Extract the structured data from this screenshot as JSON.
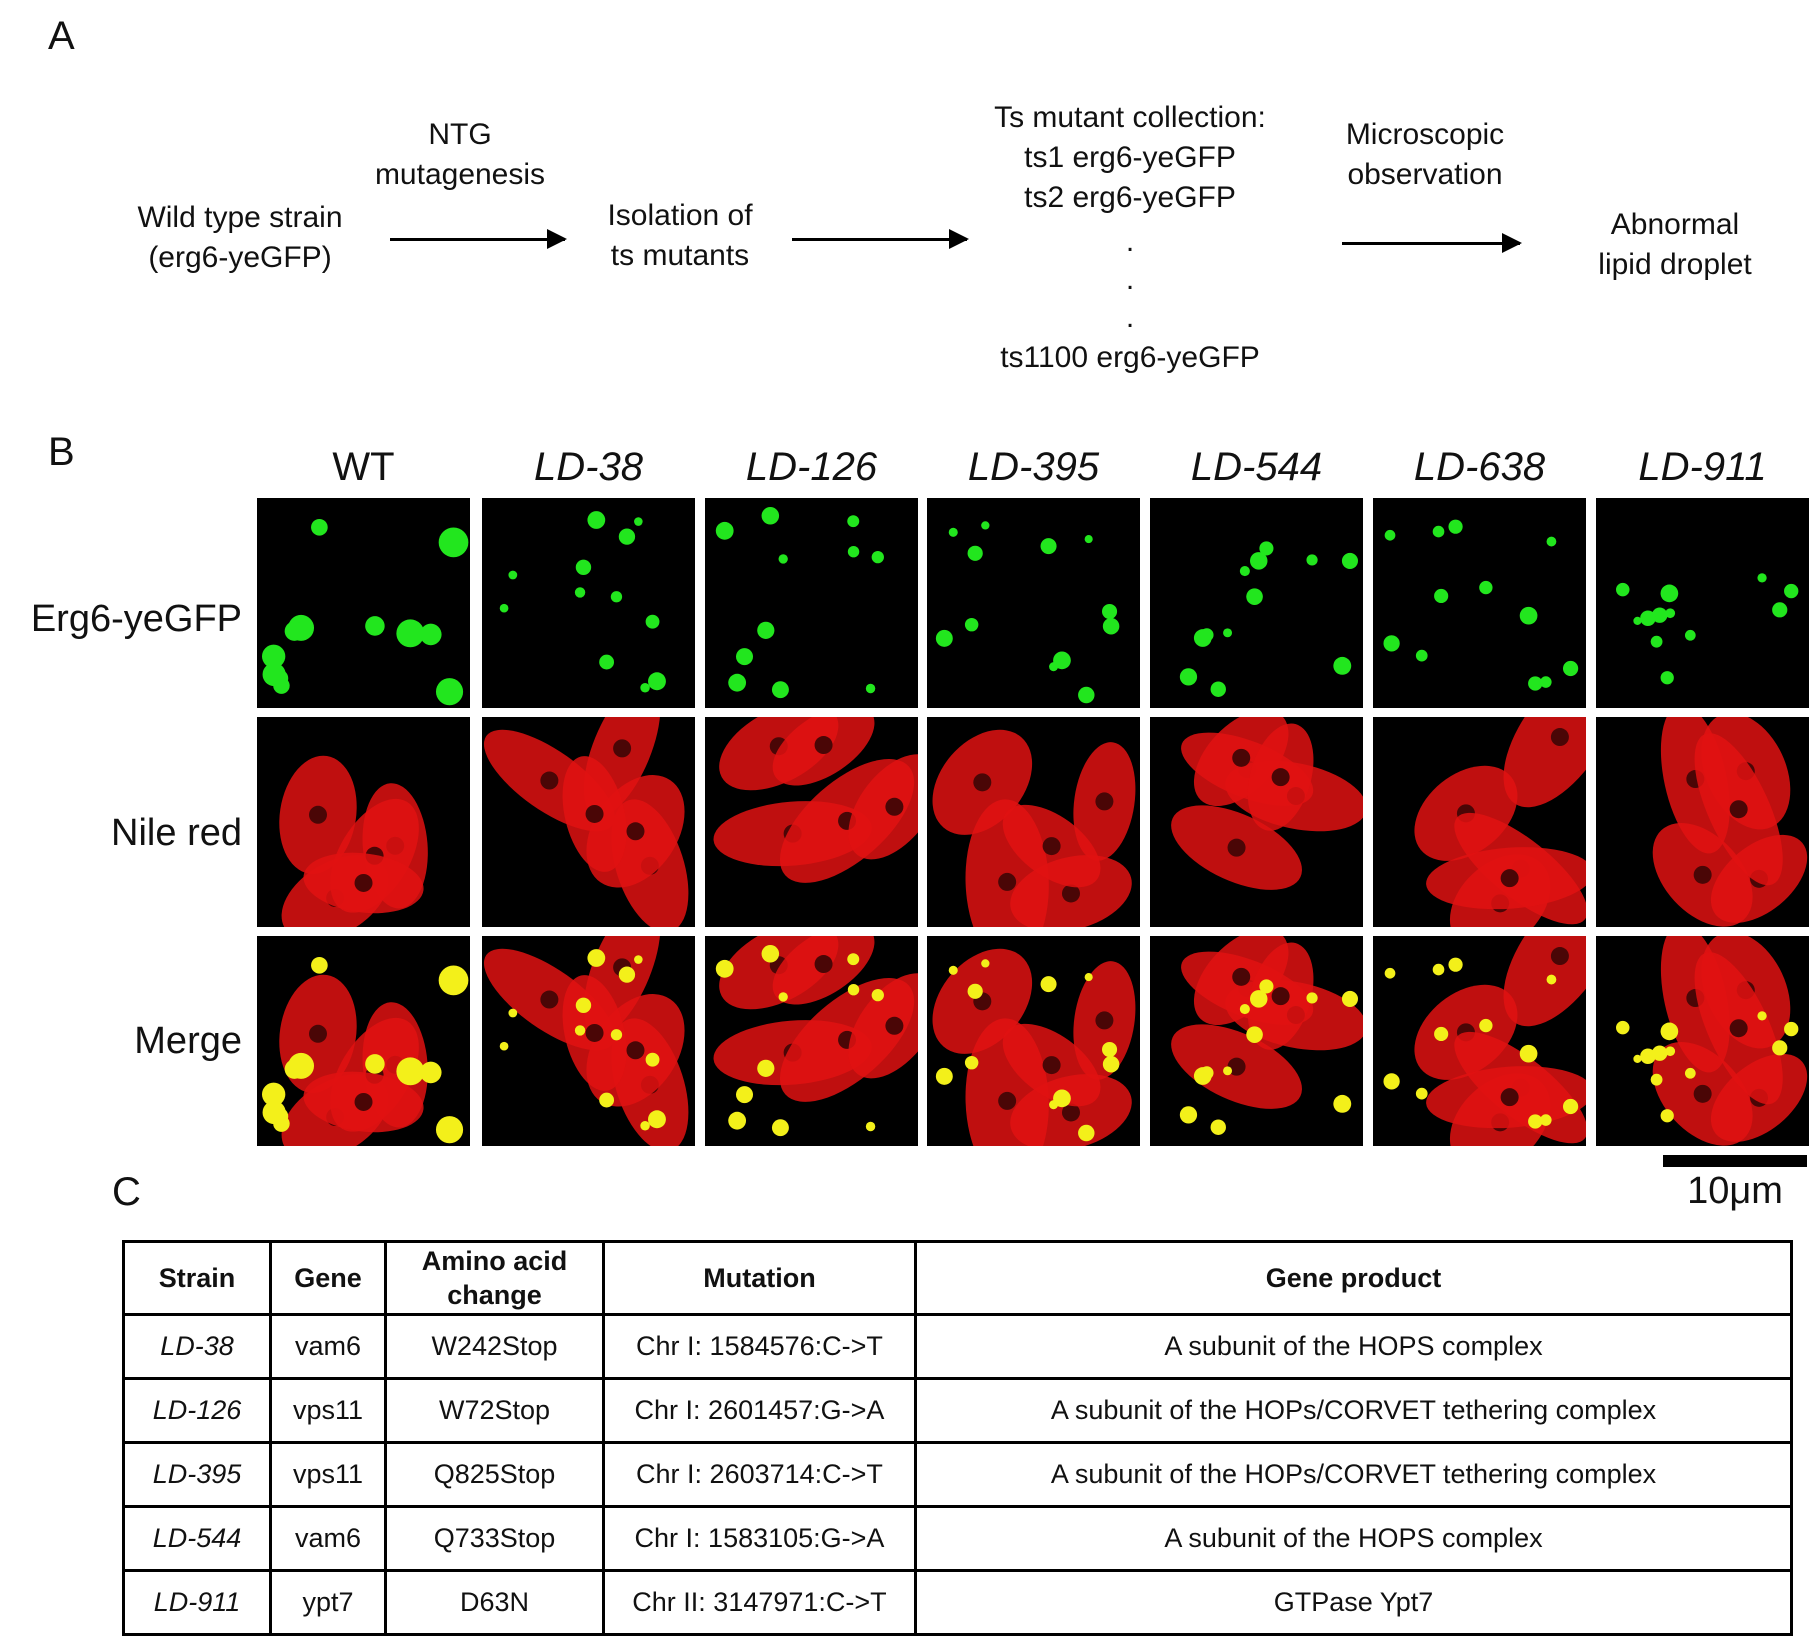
{
  "panel_labels": {
    "a": "A",
    "b": "B",
    "c": "C"
  },
  "flow": {
    "start": [
      "Wild type strain",
      "(erg6-yeGFP)"
    ],
    "step1_label": [
      "NTG",
      "mutagenesis"
    ],
    "step2": [
      "Isolation of",
      "ts mutants"
    ],
    "collection": {
      "title": "Ts mutant collection:",
      "items": [
        "ts1 erg6-yeGFP",
        "ts2 erg6-yeGFP"
      ],
      "dots": ".",
      "last": "ts1100 erg6-yeGFP"
    },
    "step3_label": [
      "Microscopic",
      "observation"
    ],
    "end": [
      "Abnormal",
      "lipid droplet"
    ]
  },
  "microscopy": {
    "columns": [
      "WT",
      "LD-38",
      "LD-126",
      "LD-395",
      "LD-544",
      "LD-638",
      "LD-911"
    ],
    "rows": [
      "Erg6-yeGFP",
      "Nile red",
      "Merge"
    ],
    "scale_bar_label": "10μm",
    "colors": {
      "gfp": "#22e61e",
      "nile_red": "#e01212",
      "merge_yellow": "#f3f01a",
      "background": "#000000"
    }
  },
  "table": {
    "headers": [
      "Strain",
      "Gene",
      "Amino acid change",
      "Mutation",
      "Gene product"
    ],
    "rows": [
      [
        "LD-38",
        "vam6",
        "W242Stop",
        "Chr I: 1584576:C->T",
        "A subunit of the HOPS complex"
      ],
      [
        "LD-126",
        "vps11",
        "W72Stop",
        "Chr I: 2601457:G->A",
        "A subunit of the HOPs/CORVET tethering complex"
      ],
      [
        "LD-395",
        "vps11",
        "Q825Stop",
        "Chr I: 2603714:C->T",
        "A subunit of the HOPs/CORVET tethering complex"
      ],
      [
        "LD-544",
        "vam6",
        "Q733Stop",
        "Chr I: 1583105:G->A",
        "A subunit of the HOPS complex"
      ],
      [
        "LD-911",
        "ypt7",
        "D63N",
        "Chr II: 3147971:C->T",
        "GTPase Ypt7"
      ]
    ]
  }
}
